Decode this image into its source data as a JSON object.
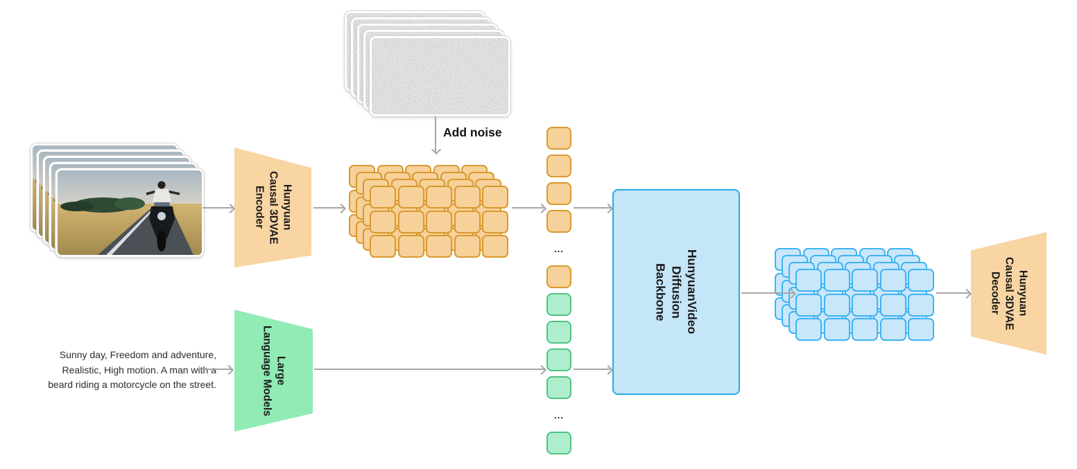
{
  "video_input": {
    "frame_count": 5
  },
  "noise_stack": {
    "frame_count": 5,
    "label": "Add noise"
  },
  "encoder": {
    "label": "Hunyuan\nCausal 3DVAE\nEncoder",
    "fill": "#F8D5A2"
  },
  "llm": {
    "label": "Large\nLanguage Models",
    "fill": "#90EBB4"
  },
  "prompt": {
    "text": "Sunny day, Freedom and adventure, Realistic, High motion. A man with a beard riding a motorcycle on the street."
  },
  "backbone": {
    "label": "HunyuanVideo\nDiffusion\nBackbone",
    "fill": "#C5E5F8",
    "border": "#29ABE2"
  },
  "decoder": {
    "label": "Hunyuan\nCausal 3DVAE\nDecoder",
    "fill": "#F8D5A2"
  },
  "latent_grid_orange": {
    "layers": 4,
    "rows": 3,
    "cols": 5,
    "fill": "#F7D19A",
    "border": "#D9992E"
  },
  "latent_grid_blue": {
    "layers": 4,
    "rows": 3,
    "cols": 5,
    "fill": "#C9E7FB",
    "border": "#3FB3F2"
  },
  "token_column": {
    "ellipsis": "...",
    "top_group": [
      "orange",
      "orange",
      "orange",
      "orange"
    ],
    "mid_group": [
      "orange",
      "green",
      "green",
      "green",
      "green"
    ],
    "bottom_group": [
      "green"
    ],
    "palette": {
      "orange": {
        "fill": "#F7D19A",
        "border": "#D9992E"
      },
      "green": {
        "fill": "#AEEECC",
        "border": "#4EC480"
      }
    }
  },
  "arrow_color": "#A6A6A6"
}
